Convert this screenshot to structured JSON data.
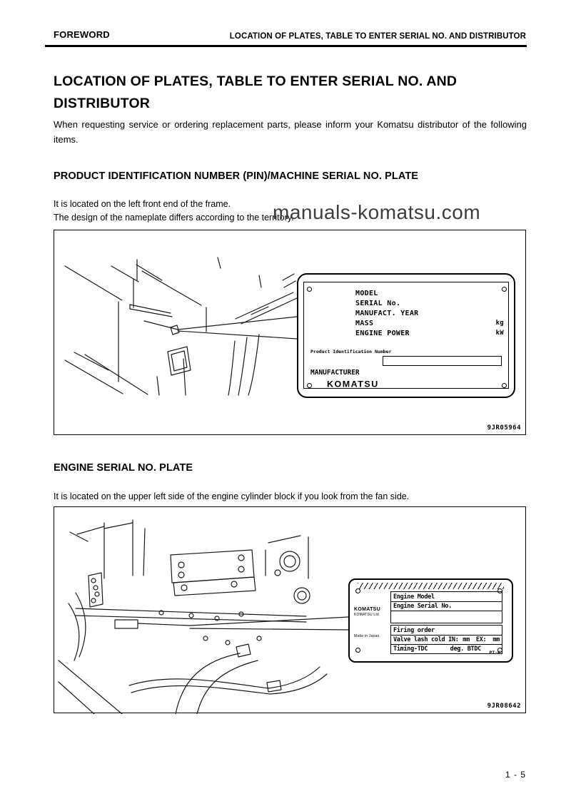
{
  "header": {
    "section": "FOREWORD",
    "chapter": "LOCATION OF PLATES, TABLE TO ENTER SERIAL NO. AND DISTRIBUTOR"
  },
  "watermark": {
    "text": "manuals-komatsu.com"
  },
  "main": {
    "title": "LOCATION OF PLATES, TABLE TO ENTER SERIAL NO. AND DISTRIBUTOR",
    "intro": "When requesting service or ordering replacement parts, please inform your Komatsu distributor of the following items."
  },
  "pin_section": {
    "heading": "PRODUCT IDENTIFICATION NUMBER (PIN)/MACHINE SERIAL NO. PLATE",
    "body_line1": "It is located on the left front end of the frame.",
    "body_line2": "The design of the nameplate differs according to the territory.",
    "figure_code": "9JR05964",
    "plate": {
      "rows": [
        {
          "label": "MODEL",
          "unit": ""
        },
        {
          "label": "SERIAL No.",
          "unit": ""
        },
        {
          "label": "MANUFACT. YEAR",
          "unit": ""
        },
        {
          "label": "MASS",
          "unit": "kg"
        },
        {
          "label": "ENGINE POWER",
          "unit": "kW"
        }
      ],
      "pin_label": "Product Identification Number",
      "manufacturer_label": "MANUFACTURER",
      "brand": "KOMATSU"
    }
  },
  "engine_section": {
    "heading": "ENGINE SERIAL NO. PLATE",
    "body_line1": "It is located on the upper left side of the engine cylinder block if you look from the fan side.",
    "figure_code": "9JR08642",
    "plate": {
      "brand": "KOMATSU",
      "brand_sub": "KOMATSU Ltd",
      "made_in": "Made in Japan",
      "pt_code": "PT:K",
      "rows": [
        {
          "label": "Engine Model"
        },
        {
          "label": "Engine Serial No."
        },
        {
          "label": ""
        },
        {
          "label": "Firing order"
        },
        {
          "label": "Valve lash cold IN:",
          "in_unit": "mm",
          "ex_label": "EX:",
          "ex_unit": "mm"
        },
        {
          "label": "Timing-TDC",
          "value": "deg. BTDC"
        }
      ]
    }
  },
  "footer": {
    "page": "1 - 5"
  }
}
